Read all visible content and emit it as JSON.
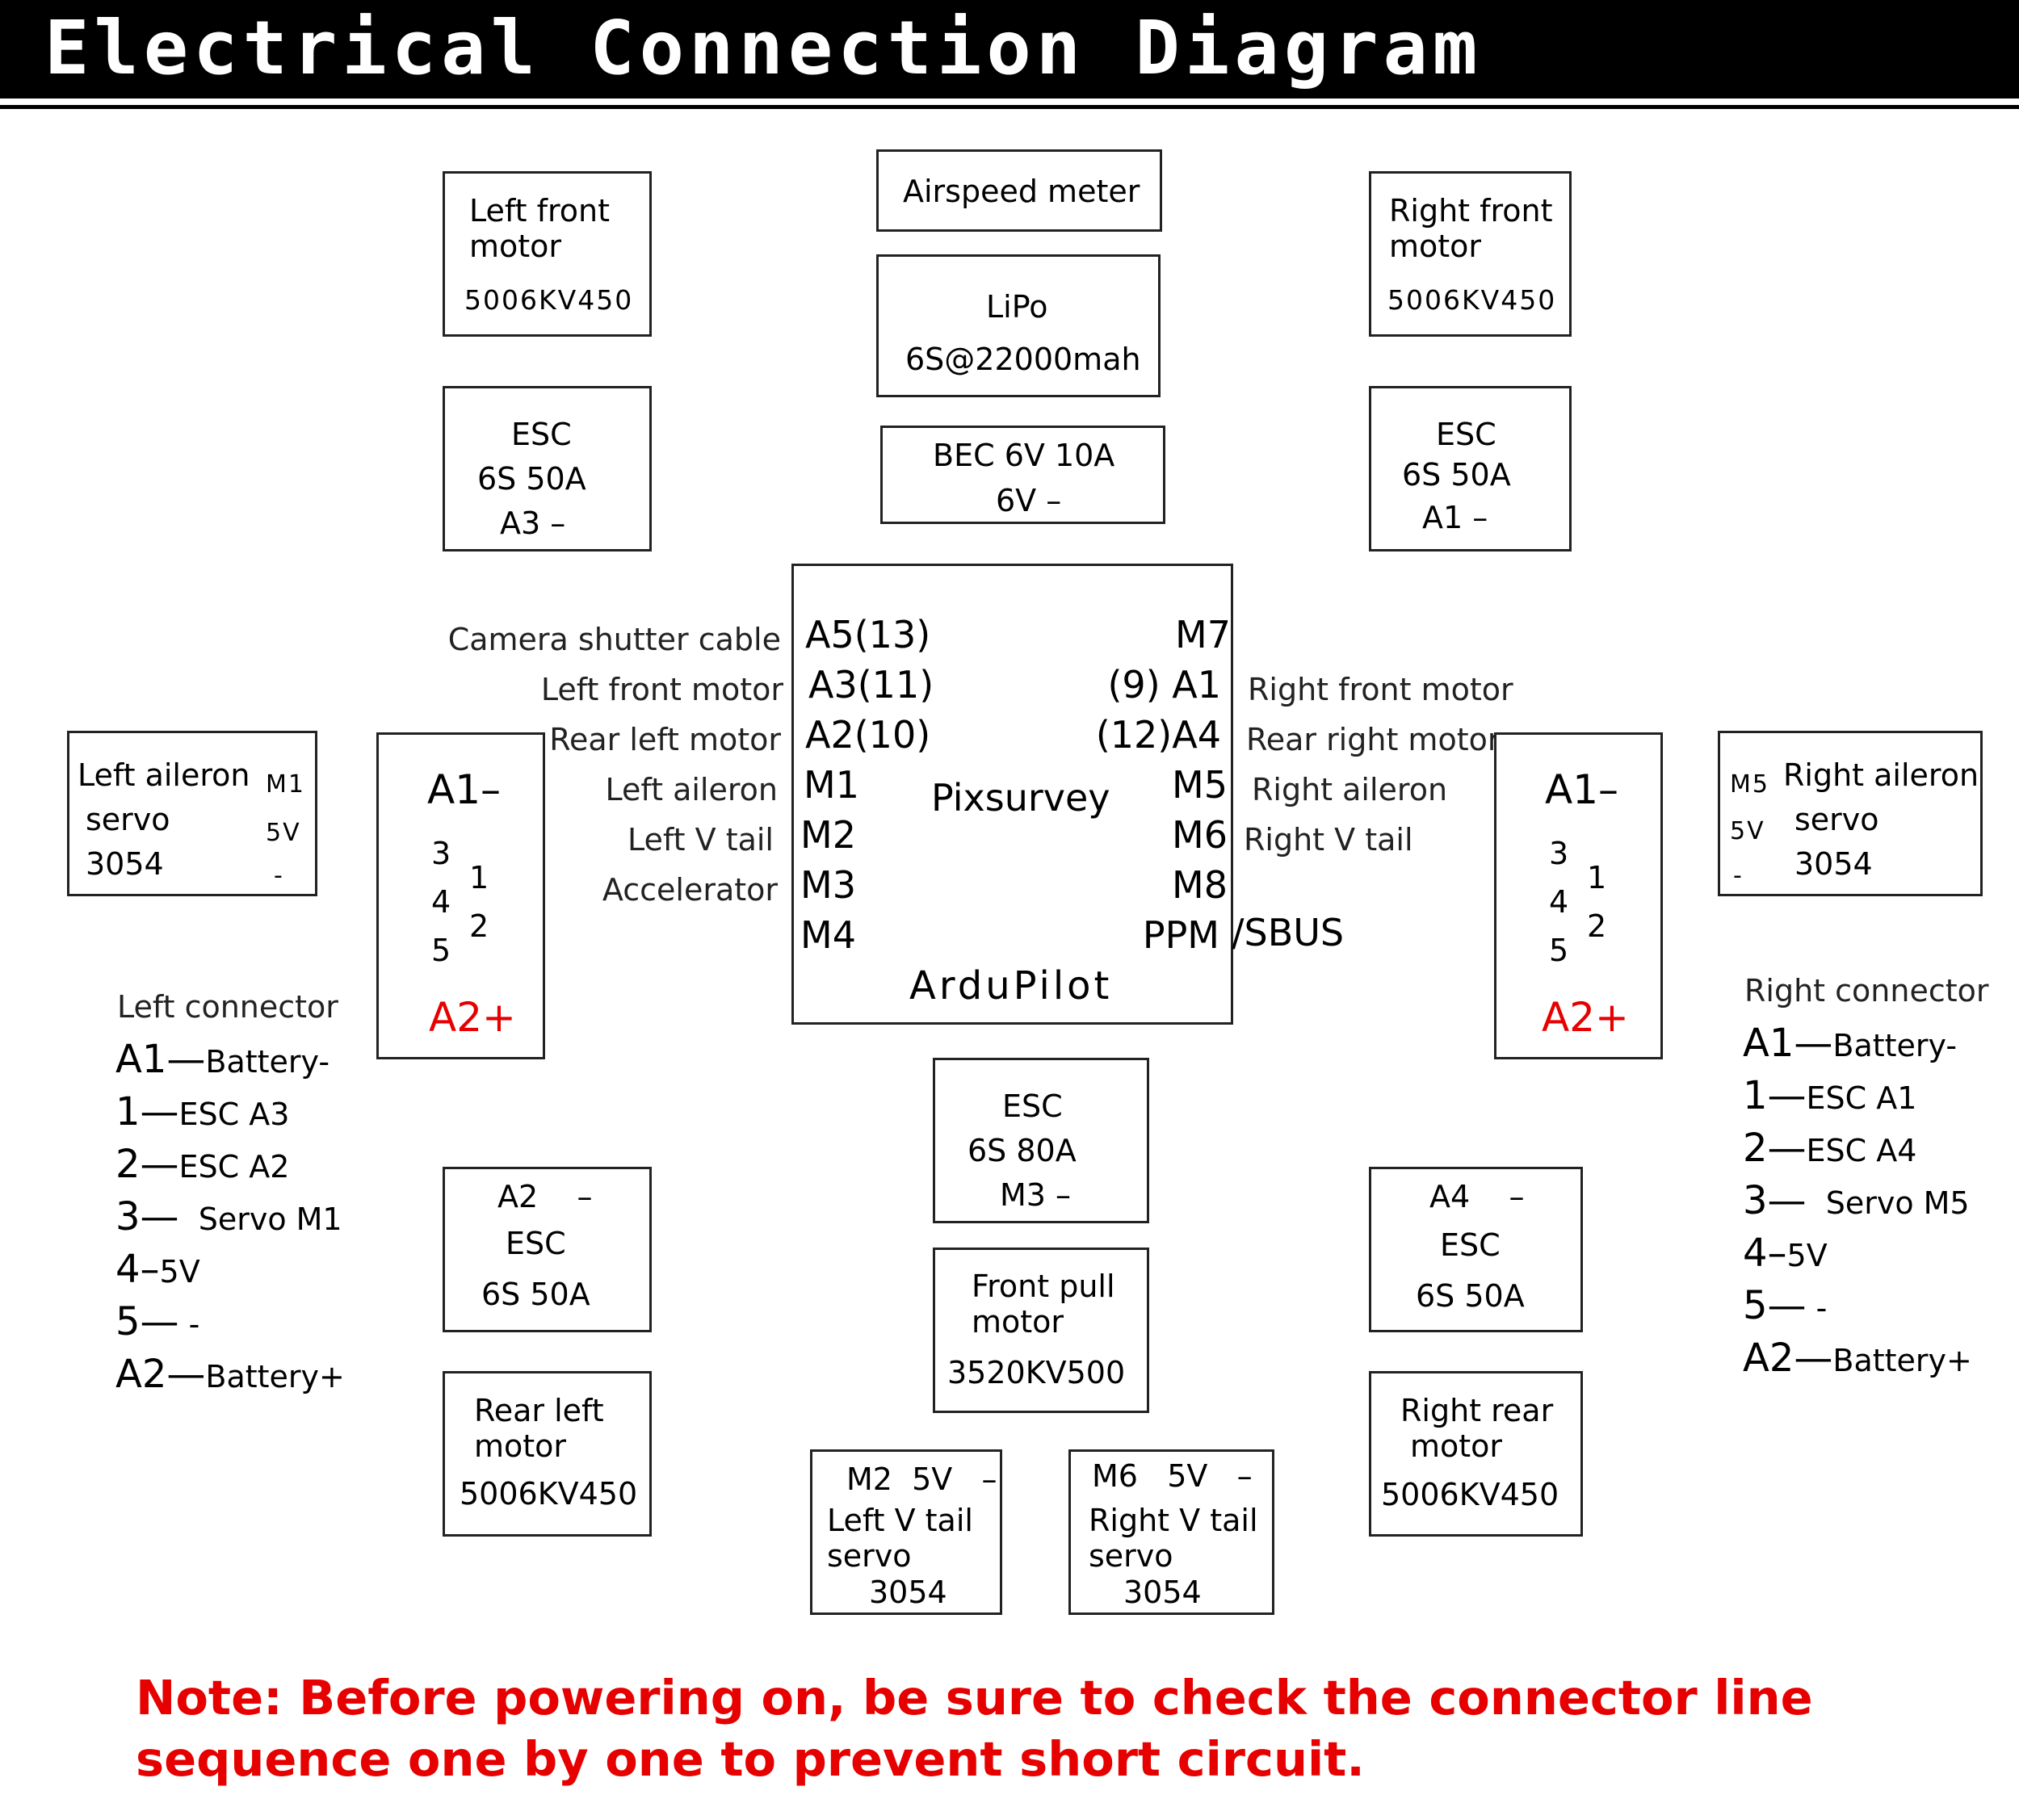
{
  "title": "Electrical Connection Diagram",
  "left_front_motor": {
    "line1": "Left front",
    "line2": "motor",
    "model": "5006KV450"
  },
  "airspeed": {
    "label": "Airspeed meter"
  },
  "lipo": {
    "line1": "LiPo",
    "line2": "6S@22000mah"
  },
  "bec": {
    "line1": "BEC 6V 10A",
    "line2": "6V  –"
  },
  "right_front_motor": {
    "line1": "Right front",
    "line2": "motor",
    "model": "5006KV450"
  },
  "esc_left_top": {
    "line1": "ESC",
    "line2": "6S  50A",
    "line3": "A3 –"
  },
  "esc_right_top": {
    "line1": "ESC",
    "line2": "6S  50A",
    "line3": "A1  –"
  },
  "flight_controller": {
    "brand1": "Pixsurvey",
    "brand2": "ArduPilot",
    "left_ports": [
      "A5(13)",
      "A3(11)",
      "A2(10)",
      "M1",
      "M2",
      "M3",
      "M4"
    ],
    "right_ports": [
      "M7",
      "(9)  A1",
      "(12)A4",
      "M5",
      "M6",
      "M8",
      "PPM"
    ],
    "left_labels": [
      "Camera shutter cable",
      "Left front motor",
      "Rear left motor",
      "Left aileron",
      "Left V tail",
      "Accelerator"
    ],
    "right_labels": [
      "Right front motor",
      "Rear right motor",
      "Right aileron",
      "Right V tail"
    ],
    "sbus": "/SBUS"
  },
  "left_aileron": {
    "line1": "Left aileron",
    "line2": "servo",
    "line3": "3054",
    "pins": [
      "M1",
      "5V",
      "-"
    ]
  },
  "right_aileron": {
    "line1": "Right aileron",
    "line2": "servo",
    "line3": "3054",
    "pins": [
      "M5",
      "5V",
      "-"
    ]
  },
  "left_plug": {
    "top": "A1–",
    "pins": [
      "3",
      "1",
      "4",
      "2",
      "5"
    ],
    "bottom": "A2+"
  },
  "right_plug": {
    "top": "A1–",
    "pins": [
      "3",
      "1",
      "4",
      "2",
      "5"
    ],
    "bottom": "A2+"
  },
  "left_connector": {
    "title": "Left connector",
    "rows": [
      {
        "k": "A1—",
        "v": "Battery-"
      },
      {
        "k": "1—",
        "v": "ESC A3"
      },
      {
        "k": "2—",
        "v": "ESC A2"
      },
      {
        "k": "3—",
        "v": "  Servo M1"
      },
      {
        "k": "4–",
        "v": "5V"
      },
      {
        "k": "5—",
        "v": " -"
      },
      {
        "k": "A2—",
        "v": "Battery+"
      }
    ]
  },
  "right_connector": {
    "title": "Right connector",
    "rows": [
      {
        "k": "A1—",
        "v": "Battery-"
      },
      {
        "k": "1—",
        "v": "ESC A1"
      },
      {
        "k": "2—",
        "v": "ESC A4"
      },
      {
        "k": "3—",
        "v": "  Servo M5"
      },
      {
        "k": "4–",
        "v": "5V"
      },
      {
        "k": "5—",
        "v": " -"
      },
      {
        "k": "A2—",
        "v": "Battery+"
      }
    ]
  },
  "esc_front": {
    "line1": "ESC",
    "line2": "6S  80A",
    "line3": "M3 –"
  },
  "front_pull_motor": {
    "line1": "Front pull",
    "line2": "motor",
    "model": "3520KV500"
  },
  "esc_left_bottom": {
    "line1": "A2    –",
    "line2": "ESC",
    "line3": "6S 50A"
  },
  "esc_right_bottom": {
    "line1": "A4    –",
    "line2": "ESC",
    "line3": "6S 50A"
  },
  "rear_left_motor": {
    "line1": "Rear left",
    "line2": "motor",
    "model": "5006KV450"
  },
  "right_rear_motor": {
    "line1": "Right rear",
    "line2": "motor",
    "model": "5006KV450"
  },
  "left_v_tail": {
    "line1": "M2  5V   –",
    "line2": "Left V tail",
    "line3": "servo",
    "line4": "3054"
  },
  "right_v_tail": {
    "line1": "M6   5V   –",
    "line2": "Right V tail",
    "line3": "servo",
    "line4": "3054"
  },
  "note": "Note: Before powering on, be sure to check the connector line sequence one by one to prevent short circuit."
}
